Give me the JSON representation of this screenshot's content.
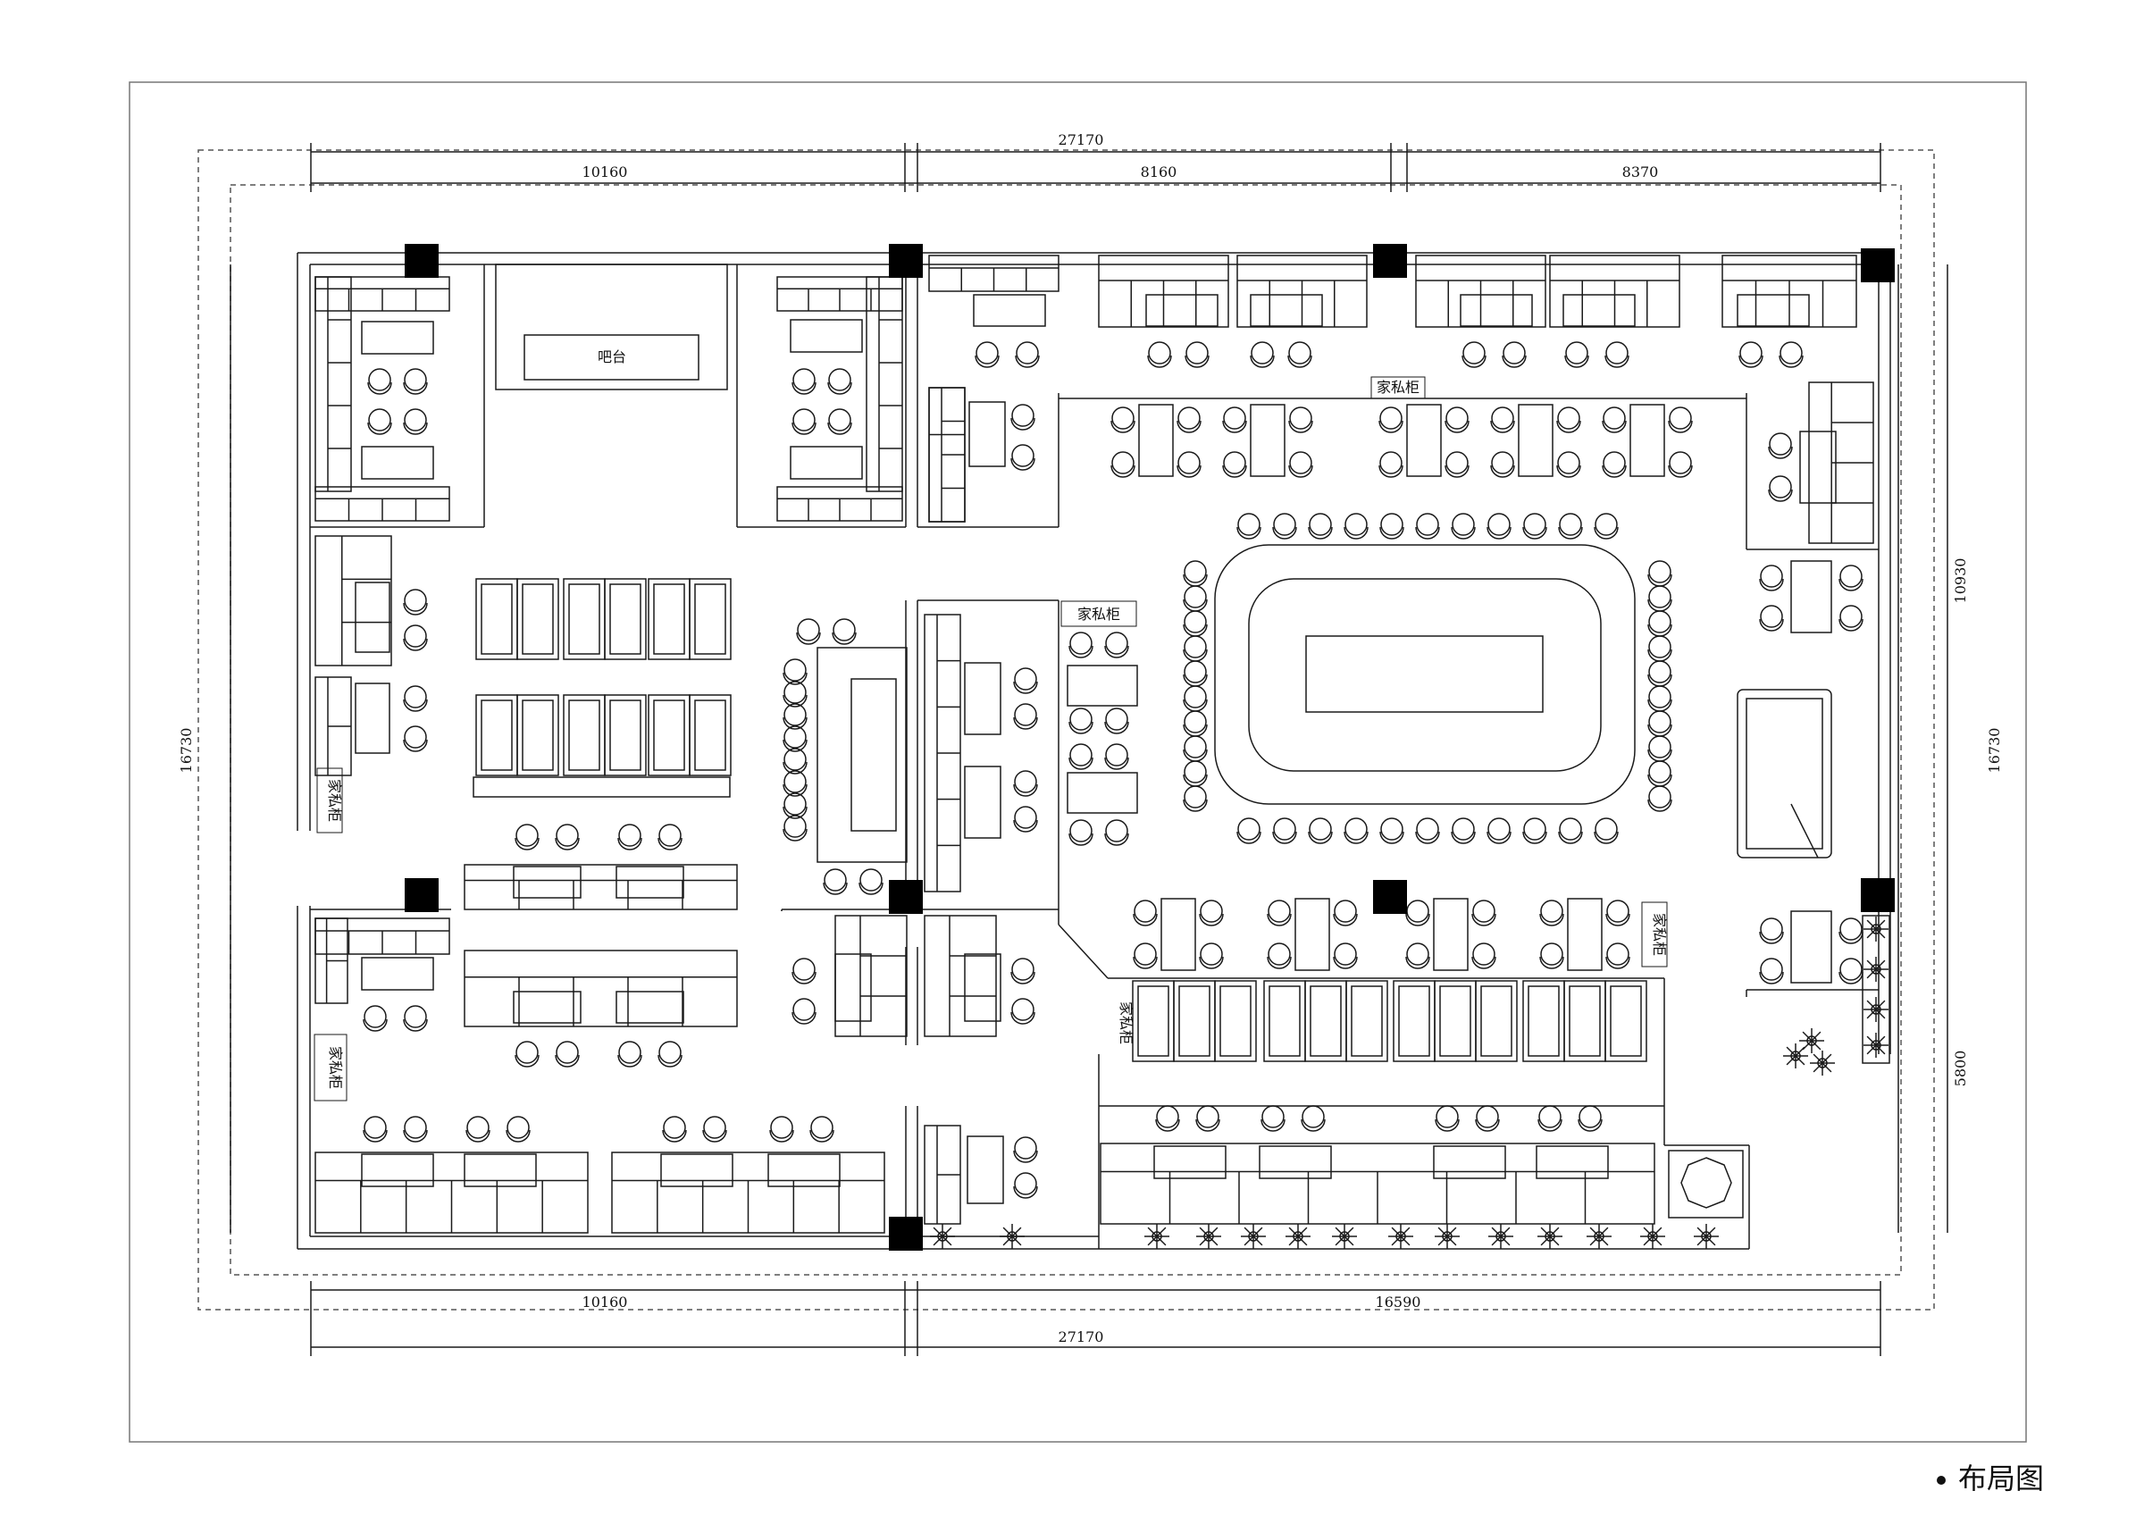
{
  "drawing_title": "布局图",
  "dimensions": {
    "top_total": "27170",
    "top_left": "10160",
    "top_middle": "8160",
    "top_right": "8370",
    "bottom_left": "10160",
    "bottom_right": "16590",
    "bottom_total": "27170",
    "left_height": "16730",
    "right_height": "16730",
    "right_upper": "10930",
    "right_lower": "5800"
  },
  "labels": {
    "bar_counter": "吧台",
    "cabinet_top": "家私柜",
    "cabinet_center": "家私柜",
    "cabinet_left": "家私柜",
    "cabinet_bottom_left": "家私柜",
    "cabinet_mid_left": "家私柜",
    "cabinet_right": "家私柜"
  },
  "colors": {
    "line": "#1a1a1a",
    "column": "#000000",
    "dashed": "#555555"
  }
}
